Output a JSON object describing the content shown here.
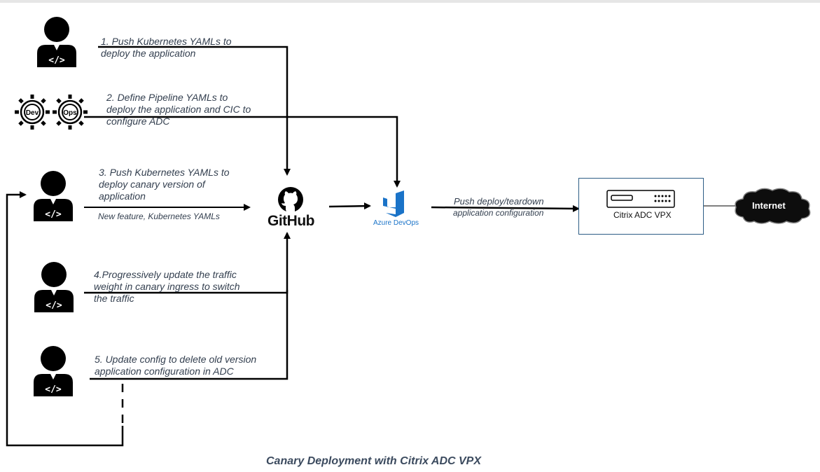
{
  "labels": {
    "step1": "1. Push Kubernetes YAMLs to\ndeploy the application",
    "step2": "2. Define Pipeline YAMLs to\ndeploy the application and CIC to\nconfigure ADC",
    "step3": "3. Push Kubernetes YAMLs to\ndeploy canary version of\napplication",
    "step3_sub": "New feature, Kubernetes YAMLs",
    "step4": "4.Progressively update the traffic\nweight in canary ingress to switch\nthe traffic",
    "step5": "5. Update config to delete old version\napplication configuration in ADC",
    "push_a": "Push deploy/teardown",
    "push_b": "application configuration"
  },
  "nodes": {
    "github": "GitHub",
    "azure": "Azure DevOps",
    "devops_dev": "Dev",
    "devops_ops": "Ops",
    "adc": "Citrix ADC VPX",
    "internet": "Internet"
  },
  "caption": "Canary Deployment with Citrix ADC VPX",
  "colors": {
    "line": "#000000",
    "text": "#333f4f",
    "box_border": "#2d5d85",
    "azure_blue": "#1a73c8",
    "cloud": "#0d0d0d"
  },
  "icons": [
    "developer-icon",
    "devops-gears-icon",
    "github-icon",
    "azure-devops-icon",
    "appliance-icon",
    "cloud-icon"
  ]
}
